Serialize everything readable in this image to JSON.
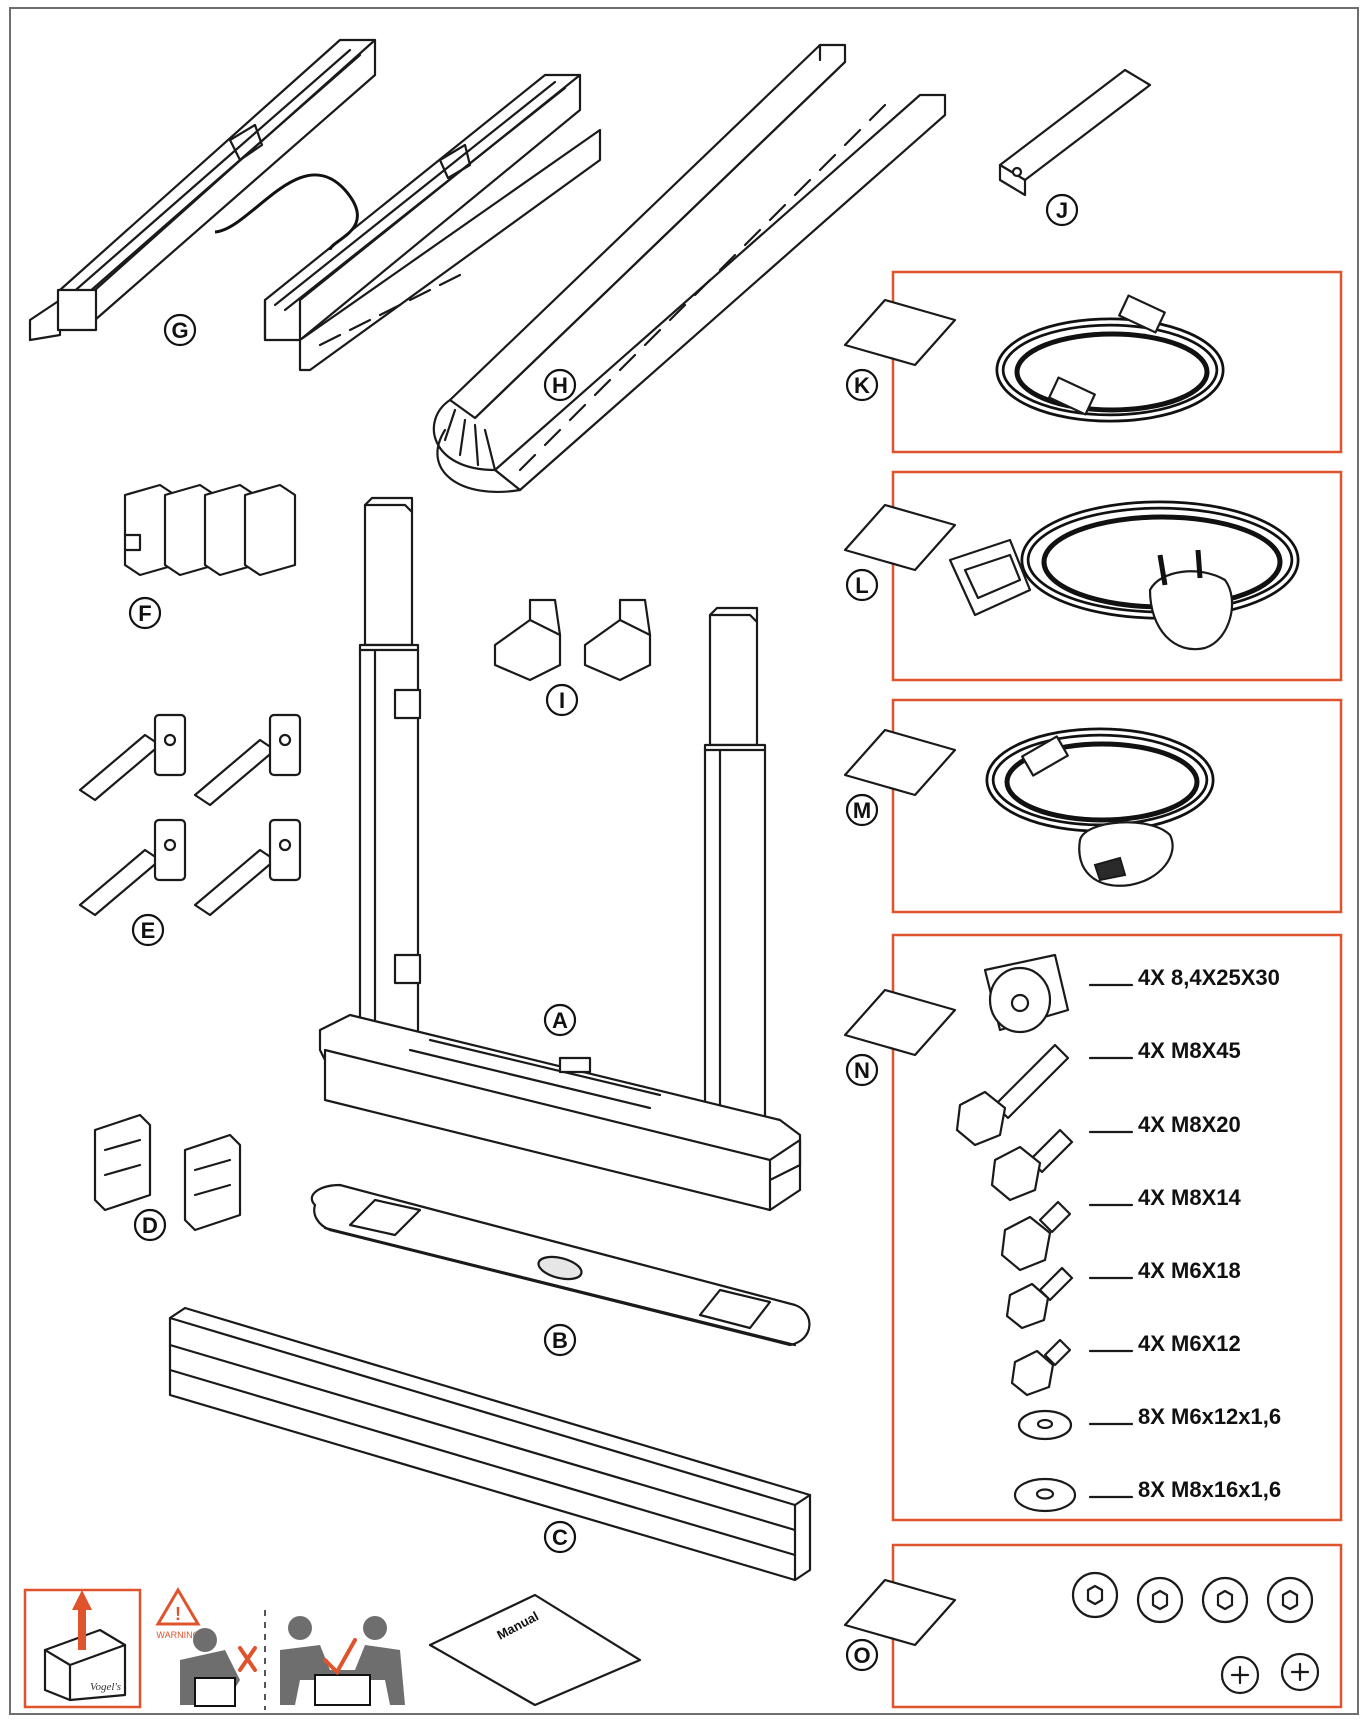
{
  "colors": {
    "accent": "#e0542d",
    "frame": "#6e6e6e",
    "ink": "#1a1a1a"
  },
  "parts": {
    "A": "A",
    "B": "B",
    "C": "C",
    "D": "D",
    "E": "E",
    "F": "F",
    "G": "G",
    "H": "H",
    "I": "I",
    "J": "J",
    "K": "K",
    "L": "L",
    "M": "M",
    "N": "N",
    "O": "O"
  },
  "hardware": {
    "spacer": "4X 8,4X25X30",
    "bolt_m8x45": "4X M8X45",
    "bolt_m8x20": "4X M8X20",
    "bolt_m8x14": "4X M8X14",
    "bolt_m6x18": "4X M6X18",
    "bolt_m6x12": "4X M6X12",
    "washer_m6": "8X M6x12x1,6",
    "washer_m8": "8X M8x16x1,6"
  },
  "footer": {
    "warning_label": "WARNING",
    "manual_label": "Manual",
    "brand": "Vogel's"
  },
  "icons": [
    "warning-triangle-icon",
    "open-box-icon",
    "wrong-lift-icon",
    "correct-lift-icon",
    "manual-icon"
  ]
}
